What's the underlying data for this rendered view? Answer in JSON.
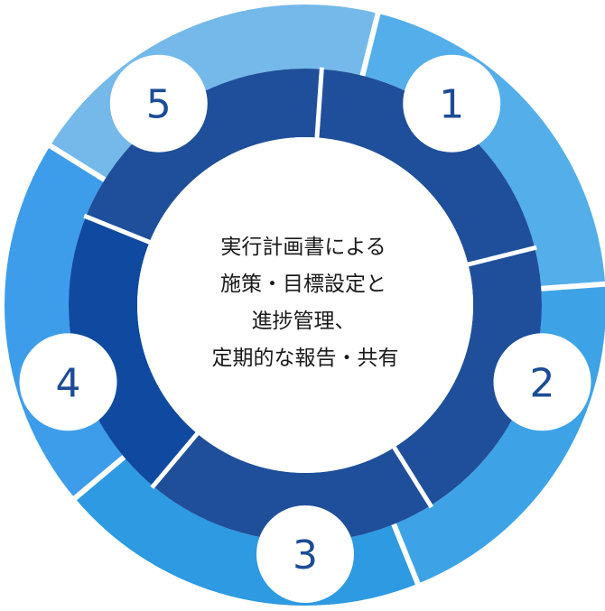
{
  "center": {
    "lines": [
      "実行計画書による",
      "施策・目標設定と",
      "進捗管理、",
      "定期的な報告・共有"
    ]
  },
  "steps": [
    {
      "number": "1",
      "outer_color": "#74b9ea",
      "inner_color": "#1f4f9a"
    },
    {
      "number": "2",
      "outer_color": "#53aeea",
      "inner_color": "#1f4f9a"
    },
    {
      "number": "3",
      "outer_color": "#3ea3e6",
      "inner_color": "#1f4f9a"
    },
    {
      "number": "4",
      "outer_color": "#2d9ae2",
      "inner_color": "#1f4f9a"
    },
    {
      "number": "5",
      "outer_color": "#3d9deb",
      "inner_color": "#0f4aa0"
    }
  ],
  "colors": {
    "center_fill": "#ffffff",
    "number_text": "#1c4c96",
    "center_text": "#1a1a1a"
  }
}
